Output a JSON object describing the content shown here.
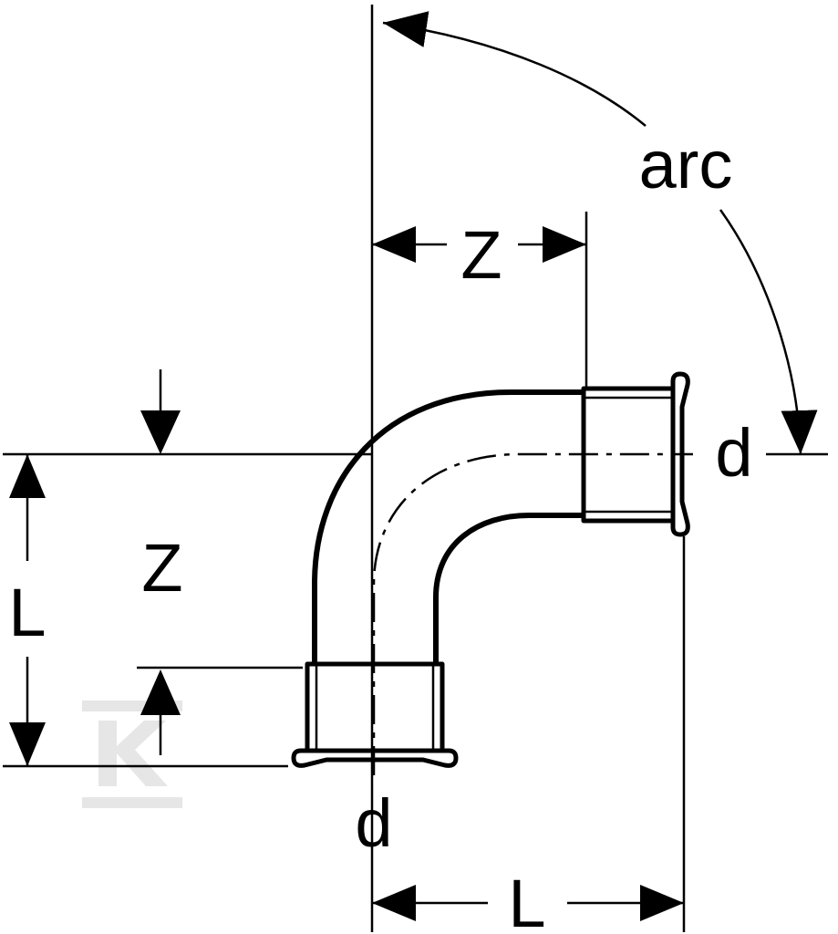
{
  "labels": {
    "arc": "arc",
    "z_top": "Z",
    "z_left": "Z",
    "l_left": "L",
    "l_bottom": "L",
    "d_right": "d",
    "d_bottom": "d"
  },
  "colors": {
    "line": "#000000",
    "background": "#ffffff",
    "watermark": "#e6e6e6"
  }
}
